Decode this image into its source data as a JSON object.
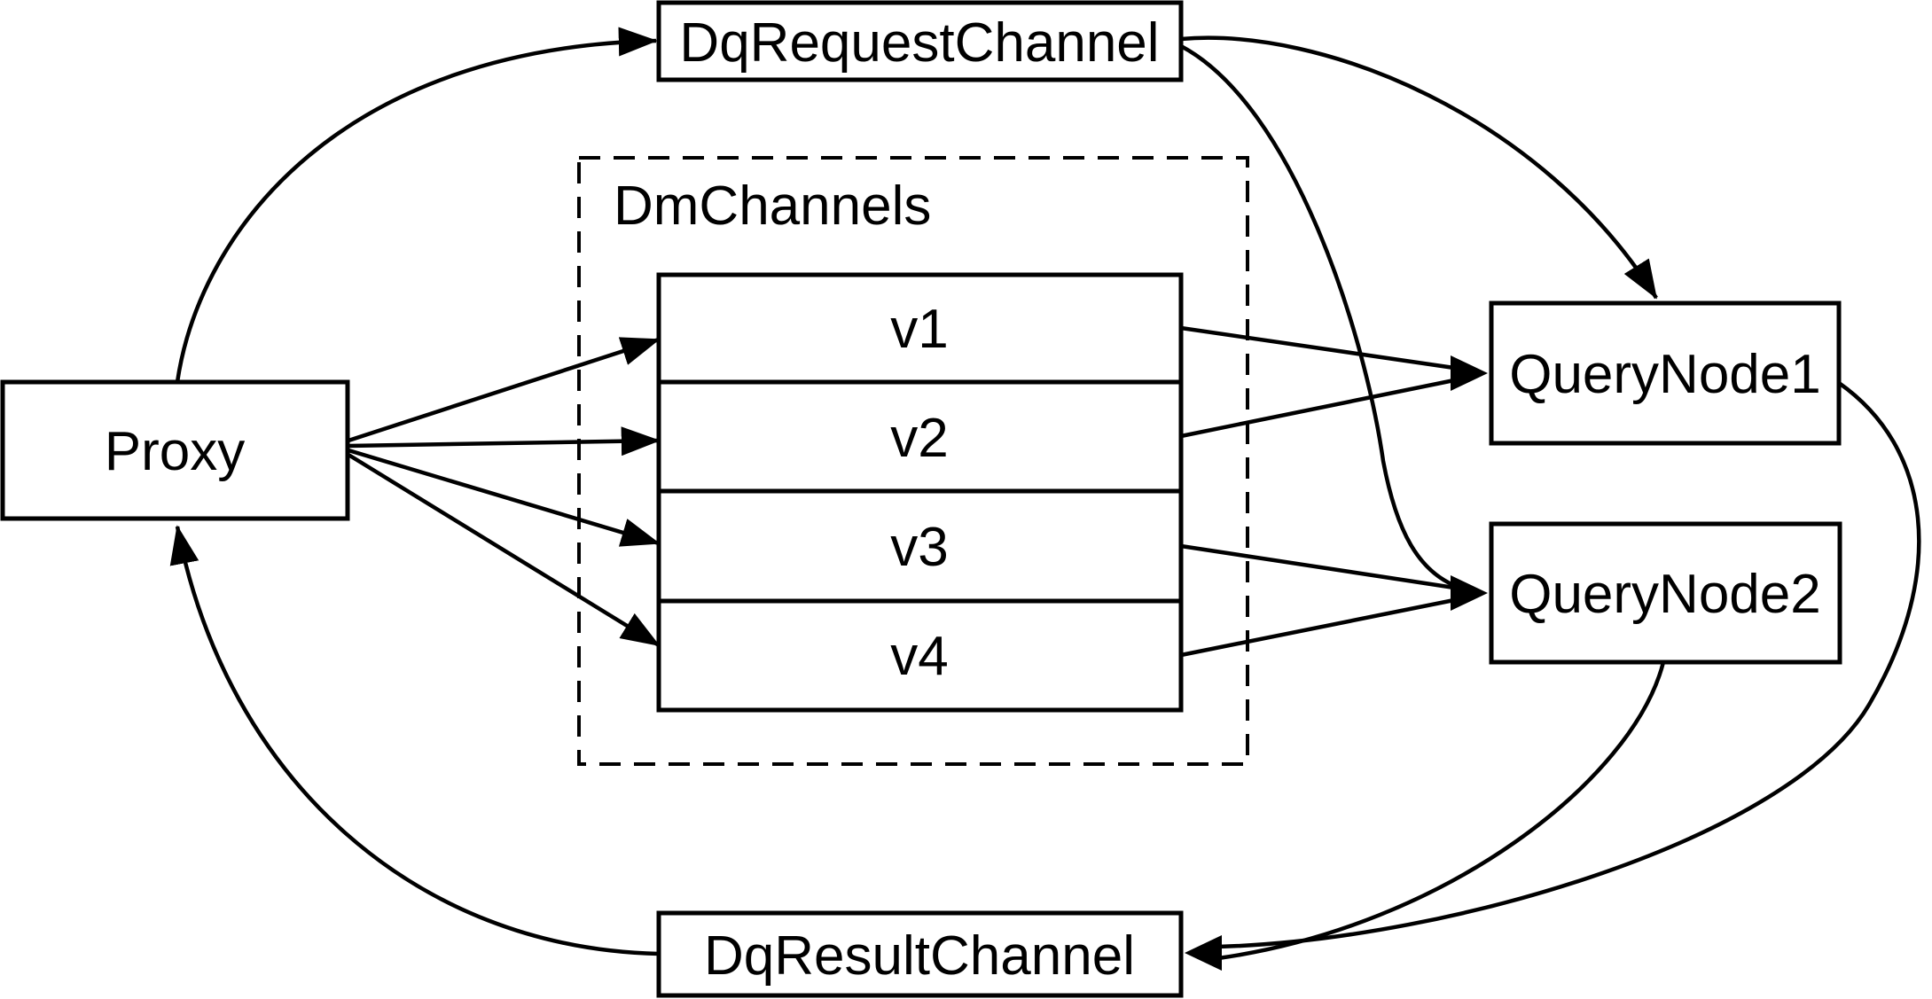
{
  "diagram": {
    "nodes": {
      "proxy": {
        "label": "Proxy"
      },
      "dq_request_channel": {
        "label": "DqRequestChannel"
      },
      "dm_channels_group": {
        "label": "DmChannels"
      },
      "query_node_1": {
        "label": "QueryNode1"
      },
      "query_node_2": {
        "label": "QueryNode2"
      },
      "dq_result_channel": {
        "label": "DqResultChannel"
      }
    },
    "channels": [
      "v1",
      "v2",
      "v3",
      "v4"
    ],
    "edges": [
      {
        "from": "Proxy",
        "to": "DqRequestChannel"
      },
      {
        "from": "DqRequestChannel",
        "to": "QueryNode1"
      },
      {
        "from": "DqRequestChannel",
        "to": "QueryNode2"
      },
      {
        "from": "Proxy",
        "to": "v1"
      },
      {
        "from": "Proxy",
        "to": "v2"
      },
      {
        "from": "Proxy",
        "to": "v3"
      },
      {
        "from": "Proxy",
        "to": "v4"
      },
      {
        "from": "v1",
        "to": "QueryNode1"
      },
      {
        "from": "v2",
        "to": "QueryNode1"
      },
      {
        "from": "v3",
        "to": "QueryNode2"
      },
      {
        "from": "v4",
        "to": "QueryNode2"
      },
      {
        "from": "QueryNode1",
        "to": "DqResultChannel"
      },
      {
        "from": "QueryNode2",
        "to": "DqResultChannel"
      },
      {
        "from": "DqResultChannel",
        "to": "Proxy"
      }
    ],
    "colors": {
      "stroke": "#000000",
      "text": "#000000",
      "background": "#ffffff"
    }
  }
}
